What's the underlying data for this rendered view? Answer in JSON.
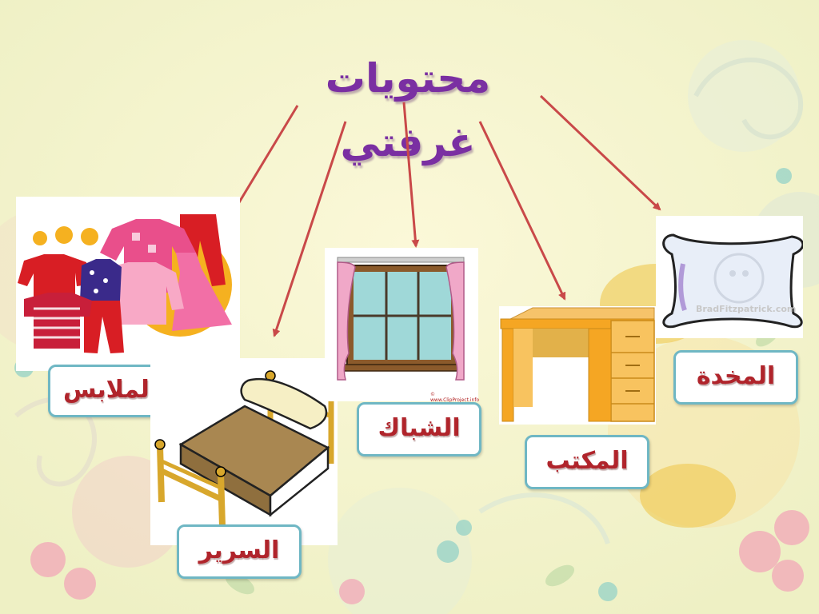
{
  "title": "محتويات غرفتي",
  "items": {
    "clothes": "الملابس",
    "bed": "السرير",
    "window": "الشباك",
    "desk": "المكتب",
    "pillow": "المخدة"
  },
  "credits": {
    "clipproject": "© www.ClipProject.info",
    "fitzpatrick": "BradFitzpatrick.com"
  },
  "colors": {
    "title": "#7a2fa2",
    "label_text": "#b0242b",
    "label_border": "#6fb7c4",
    "arrow": "#c94949",
    "background": "#f6f2c6"
  }
}
